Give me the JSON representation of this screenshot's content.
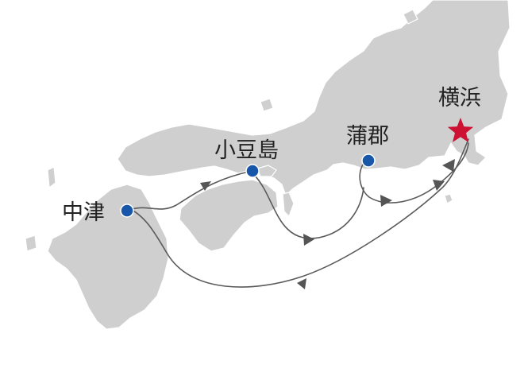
{
  "map": {
    "colors": {
      "background": "#ffffff",
      "land": "#cfcfcf",
      "coastline": "#ffffff",
      "route": "#5a5a5a",
      "port": "#1756a9",
      "destination": "#cc1133"
    },
    "ports": [
      {
        "id": "nakatsu",
        "label": "中津",
        "marker": "dot"
      },
      {
        "id": "shodoshima",
        "label": "小豆島",
        "marker": "dot"
      },
      {
        "id": "gamagori",
        "label": "蒲郡",
        "marker": "dot"
      },
      {
        "id": "yokohama",
        "label": "横浜",
        "marker": "star"
      }
    ]
  }
}
